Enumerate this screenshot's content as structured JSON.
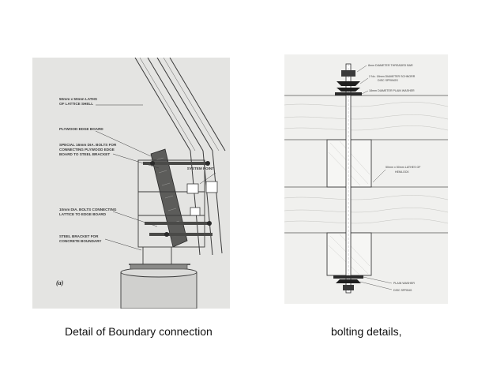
{
  "left_figure": {
    "labels": {
      "laths_line1": "50mm x 50mm LATHS",
      "laths_line2": "OF LATTICE SHELL",
      "edge_board": "PLYWOOD EDGE BOARD",
      "special_bolts_line1": "SPECIAL 16mm DIA. BOLTS FOR",
      "special_bolts_line2": "CONNECTING PLYWOOD EDGE",
      "special_bolts_line3": "BOARD TO STEEL BRACKET",
      "system_point": "SYSTEM POINT",
      "bolts10_line1": "10mm DIA. BOLTS CONNECTING",
      "bolts10_line2": "LATTICE TO EDGE BOARD",
      "bracket_line1": "STEEL BRACKET FOR",
      "bracket_line2": "CONCRETE BOUNDARY",
      "figure_tag": "(a)"
    }
  },
  "right_figure": {
    "labels": {
      "threaded_bar": "8mm DIAMETER THREADED BAR",
      "disc_springs_line1": "2 No. 18mm DIAMETER SCHNORR",
      "disc_springs_line2": "DISC SPRINGS",
      "plain_washer_top": "18mm DIAMETER PLAIN WASHER",
      "laths_line1": "50mm x 50mm LATHES OF",
      "laths_line2": "HEMLOCK",
      "plain_washer_bottom": "PLAIN WASHER",
      "disc_spring": "DISC SPRING"
    }
  },
  "captions": {
    "left": "Detail of Boundary connection",
    "right": "bolting details,"
  }
}
